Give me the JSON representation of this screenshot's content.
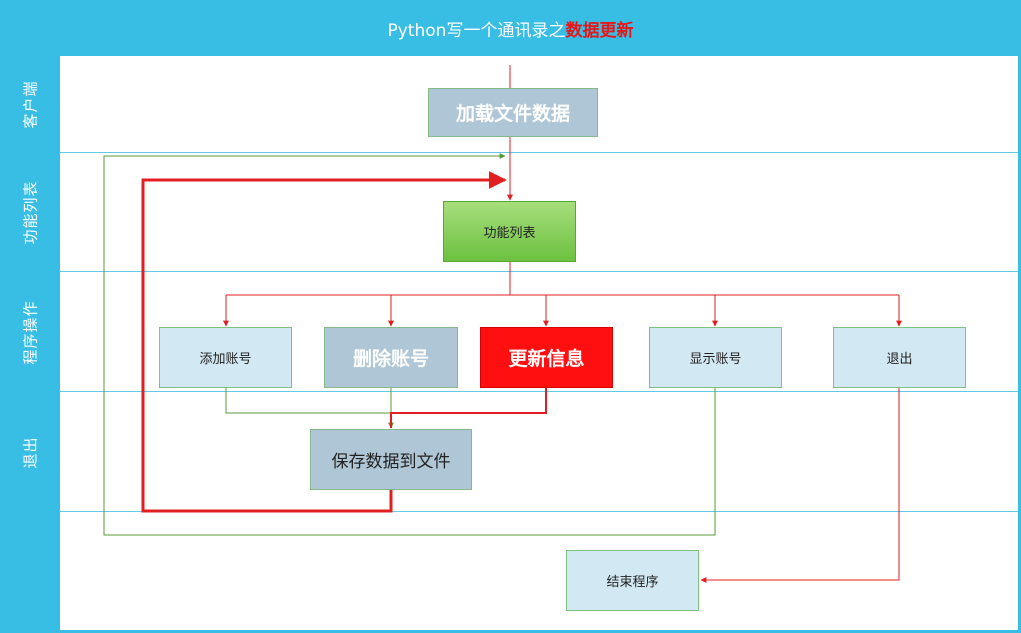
{
  "title": {
    "prefix": "Python写一个通讯录之",
    "highlight": "数据更新"
  },
  "lanes": [
    {
      "id": "client",
      "label": "客户端"
    },
    {
      "id": "functions",
      "label": "功能列表"
    },
    {
      "id": "operations",
      "label": "程序操作"
    },
    {
      "id": "exit",
      "label": "退出"
    }
  ],
  "nodes": {
    "load_data": "加载文件数据",
    "function_list": "功能列表",
    "add_account": "添加账号",
    "delete_account": "删除账号",
    "update_info": "更新信息",
    "show_account": "显示账号",
    "exit": "退出",
    "save_data": "保存数据到文件",
    "end_program": "结束程序"
  },
  "colors": {
    "header": "#38bde4",
    "highlight_text": "#e81717",
    "highlight_node": "#ff0f0f",
    "grey_node": "#afc6d6",
    "green_node": "#7ccb4e",
    "light_node": "#d2e8f3",
    "flow_red": "#e02020",
    "flow_green": "#5a9a3a"
  }
}
